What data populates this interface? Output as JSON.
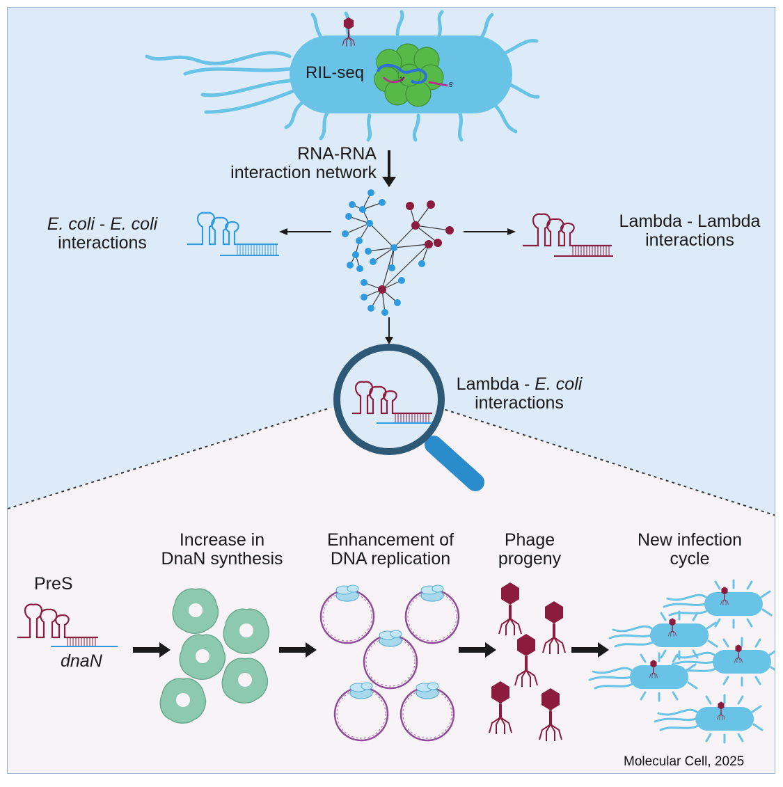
{
  "top": {
    "rilseq_label": "RIL-seq",
    "three_prime": "3'",
    "five_prime": "5'",
    "network_label_line1": "RNA-RNA",
    "network_label_line2": "interaction network",
    "ecoli_ecoli": {
      "part1": "E. coli",
      "sep": " - ",
      "part2": "E. coli",
      "line2": "interactions"
    },
    "lambda_lambda": {
      "line1": "Lambda - Lambda",
      "line2": "interactions"
    },
    "lambda_ecoli": {
      "part1": "Lambda - ",
      "part2": "E. coli",
      "line2": "interactions"
    }
  },
  "bottom": {
    "pres_label": "PreS",
    "dnan_label": "dnaN",
    "steps": [
      {
        "line1": "Increase in",
        "line2": "DnaN synthesis"
      },
      {
        "line1": "Enhancement of",
        "line2": "DNA replication"
      },
      {
        "line1": "Phage",
        "line2": "progeny"
      },
      {
        "line1": "New infection",
        "line2": "cycle"
      }
    ]
  },
  "credit": "Molecular Cell, 2025",
  "colors": {
    "top_bg": "#ddebf8",
    "bottom_bg": "#f7f3f6",
    "bacteria": "#68c3e6",
    "ecoli_rna": "#2e9be0",
    "lambda_rna": "#8c1c3f",
    "hfq": "#56b948",
    "dnan_protein": "#8dc8b0",
    "magnifier": "#2d5876",
    "plasmid": "#8e4a99",
    "arrow": "#1a1a1a"
  },
  "icons": [
    "bacterium-icon",
    "phage-icon",
    "hfq-protein-icon",
    "rna-duplex-icon",
    "network-icon",
    "magnifier-icon",
    "dnan-ring-icon",
    "plasmid-icon",
    "arrow-icon"
  ]
}
